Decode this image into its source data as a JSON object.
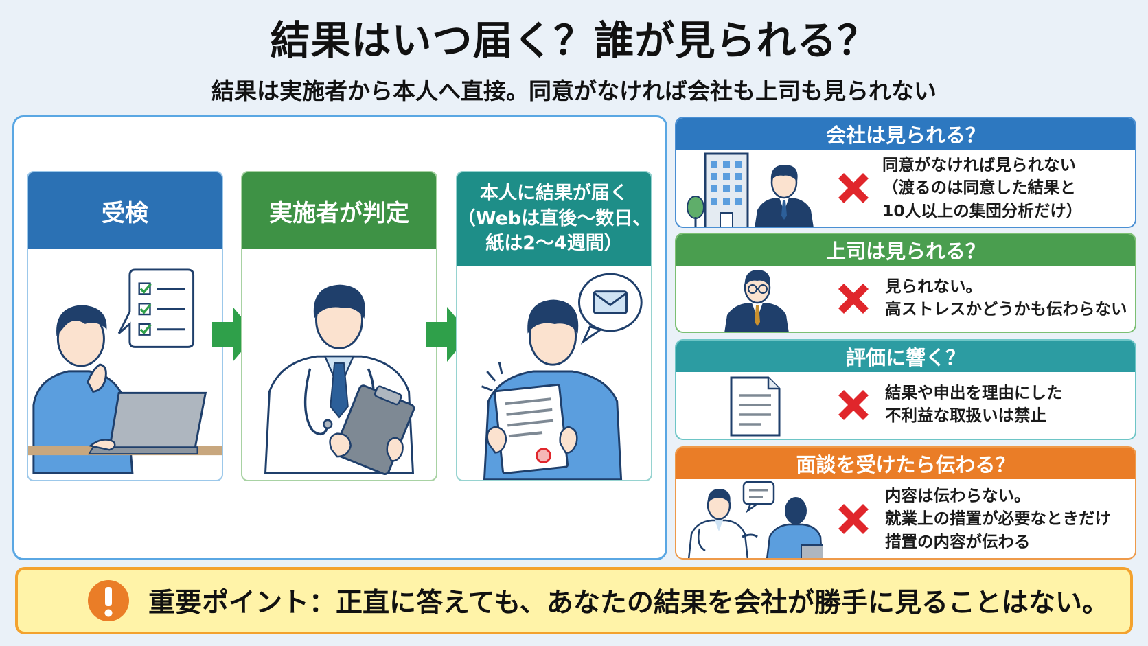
{
  "header": {
    "title": "結果はいつ届く？誰が見られる？",
    "subtitle": "結果は実施者から本人へ直接。同意がなければ会社も上司も見られない"
  },
  "flow": {
    "steps": [
      {
        "label": "受検"
      },
      {
        "label": "実施者が判定"
      },
      {
        "label_lines": [
          "本人に結果が届く",
          "（Webは直後〜数日、",
          "紙は2〜4週間）"
        ]
      }
    ]
  },
  "questions": [
    {
      "title": "会社は見られる？",
      "answer_lines": [
        "同意がなければ見られない",
        "（渡るのは同意した結果と",
        "10人以上の集団分析だけ）"
      ]
    },
    {
      "title": "上司は見られる？",
      "answer_lines": [
        "見られない。",
        "高ストレスかどうかも伝わらない"
      ]
    },
    {
      "title": "評価に響く？",
      "answer_lines": [
        "結果や申出を理由にした",
        "不利益な取扱いは禁止"
      ]
    },
    {
      "title": "面談を受けたら伝わる？",
      "answer_lines": [
        "内容は伝わらない。",
        "就業上の措置が必要なときだけ",
        "措置の内容が伝わる"
      ]
    }
  ],
  "key_point": {
    "text": "重要ポイント：正直に答えても、あなたの結果を会社が勝手に見ることはない。"
  },
  "colors": {
    "blue": "#2b71b4",
    "green": "#3e9245",
    "teal": "#1e8e88",
    "orange": "#ea7d27",
    "red_x": "#e0262b",
    "arrow": "#2fa04a",
    "highlight": "#fff3a8"
  },
  "icons": [
    "checklist-icon",
    "arrow-right-icon",
    "envelope-icon",
    "x-mark-icon",
    "building-icon",
    "document-icon",
    "exclamation-icon",
    "speech-bubble-icon"
  ]
}
